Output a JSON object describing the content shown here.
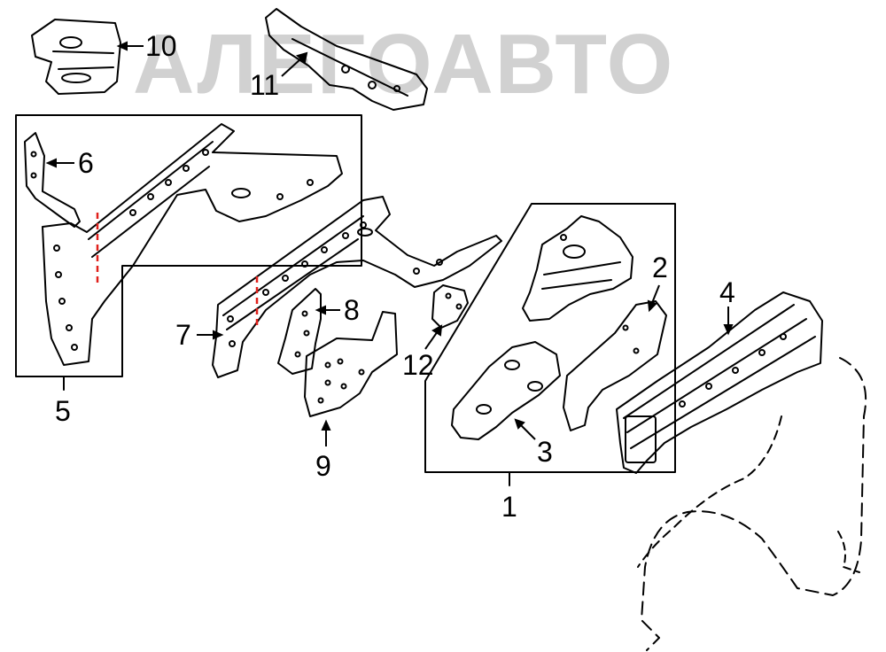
{
  "watermark": {
    "text": "АЛЕГОАВТО"
  },
  "callouts": [
    {
      "id": "1",
      "label": "1"
    },
    {
      "id": "2",
      "label": "2"
    },
    {
      "id": "3",
      "label": "3"
    },
    {
      "id": "4",
      "label": "4"
    },
    {
      "id": "5",
      "label": "5"
    },
    {
      "id": "6",
      "label": "6"
    },
    {
      "id": "7",
      "label": "7"
    },
    {
      "id": "8",
      "label": "8"
    },
    {
      "id": "9",
      "label": "9"
    },
    {
      "id": "10",
      "label": "10"
    },
    {
      "id": "11",
      "label": "11"
    },
    {
      "id": "12",
      "label": "12"
    }
  ],
  "colors": {
    "line": "#000000",
    "cut_mark": "#e0201b",
    "watermark": "#c9c9c9",
    "background": "#ffffff"
  }
}
